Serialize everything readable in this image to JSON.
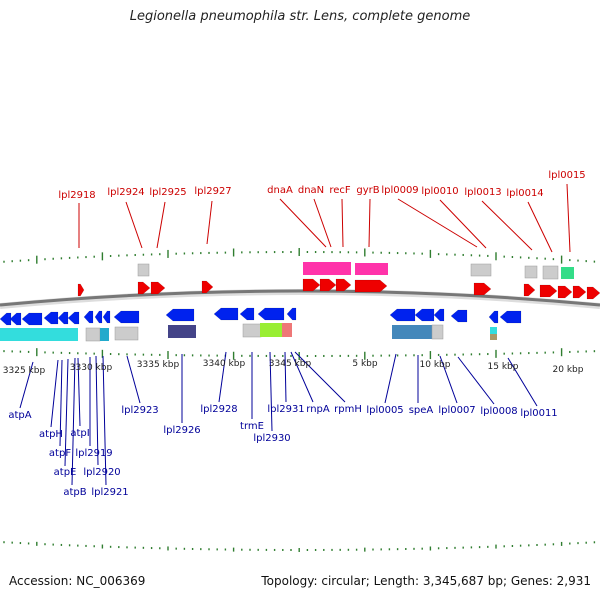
{
  "title": "Legionella pneumophila str. Lens, complete genome",
  "accession": "Accession: NC_006369",
  "summary": "Topology: circular; Length: 3,345,687 bp; Genes: 2,931",
  "colors": {
    "forward_label": "#cc0000",
    "reverse_label": "#000099",
    "forward_arrow": "#ee0000",
    "reverse_arrow": "#0022ee",
    "backbone": "#777777",
    "tick": "#2f7d2f"
  },
  "ruler_labels": [
    "3325 kbp",
    "3330 kbp",
    "3335 kbp",
    "3340 kbp",
    "3345 kbp",
    "5 kbp",
    "10 kbp",
    "15 kbp",
    "20 kbp"
  ],
  "forward_genes": [
    "lpl2918",
    "lpl2924",
    "lpl2925",
    "lpl2927",
    "dnaA",
    "dnaN",
    "recF",
    "gyrB",
    "lpl0009",
    "lpl0010",
    "lpl0013",
    "lpl0014",
    "lpl0015"
  ],
  "reverse_genes": [
    "atpA",
    "atpH",
    "atpF",
    "atpE",
    "atpB",
    "atpI",
    "lpl2919",
    "lpl2920",
    "lpl2921",
    "lpl2923",
    "lpl2926",
    "lpl2928",
    "trmE",
    "lpl2930",
    "lpl2931",
    "rnpA",
    "rpmH",
    "lpl0005",
    "speA",
    "lpl0007",
    "lpl0008",
    "lpl0011"
  ]
}
